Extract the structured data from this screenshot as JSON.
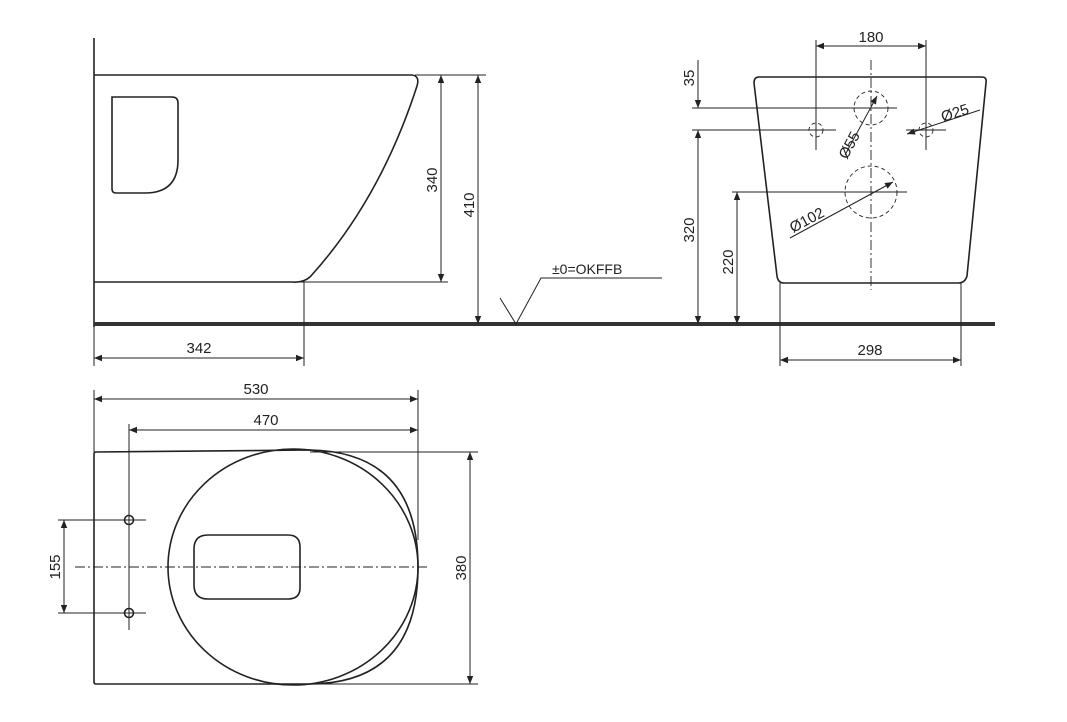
{
  "side_view": {
    "dim_height_rim": "340",
    "dim_height_total": "410",
    "dim_depth_to_front": "342",
    "floor_label": "±0=OKFFB"
  },
  "front_view": {
    "dim_fixing_spacing": "180",
    "dim_offset": "35",
    "dim_fixing_height": "320",
    "dim_outlet_height": "220",
    "dim_width": "298",
    "dia_water_inlet": "Ø55",
    "dia_fixing": "Ø25",
    "dia_outlet": "Ø102"
  },
  "top_view": {
    "dim_length": "530",
    "dim_length_from_fixing": "470",
    "dim_fixing_distance": "155",
    "dim_width": "380"
  }
}
